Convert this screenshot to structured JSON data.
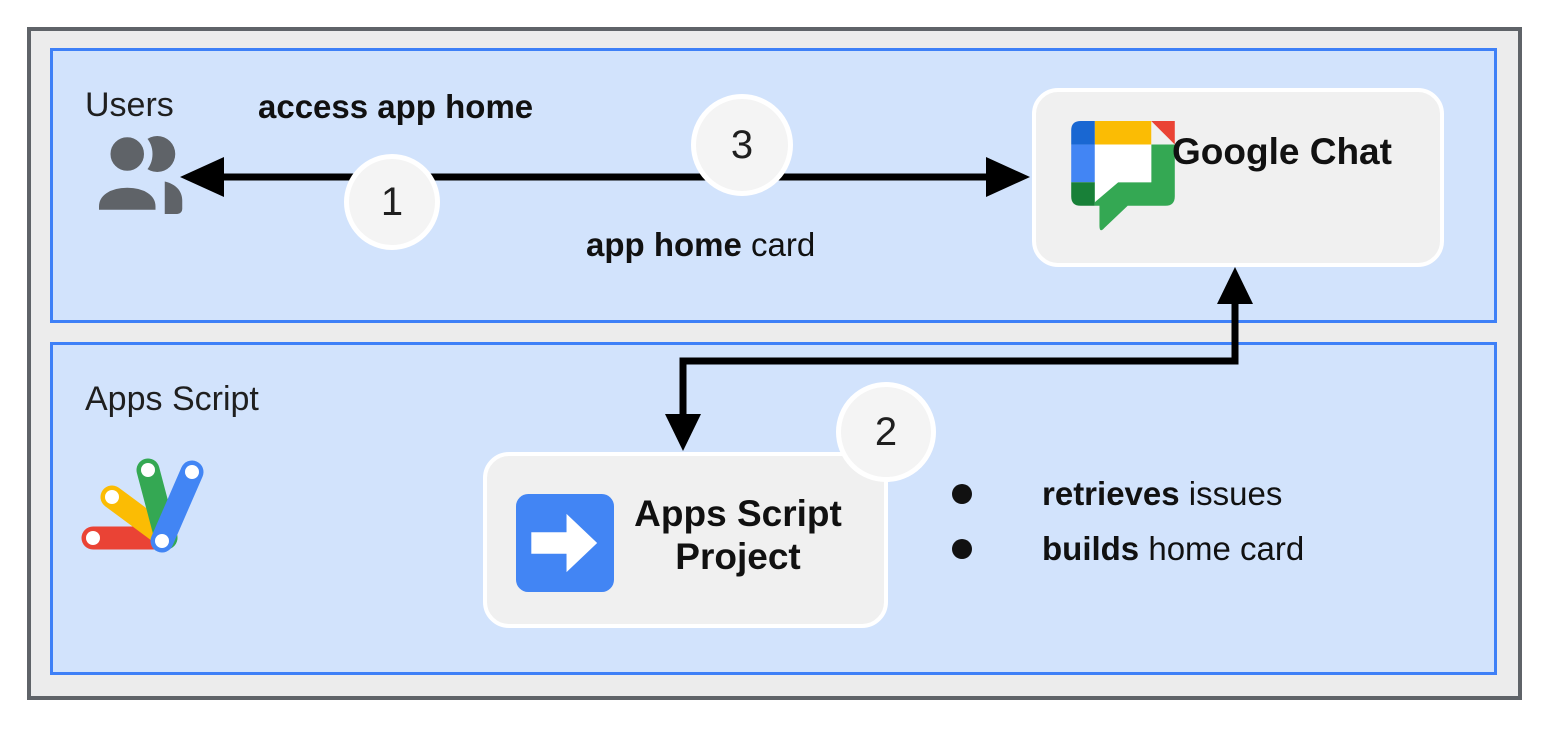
{
  "colors": {
    "lane_fill": "#d2e3fc",
    "lane_border": "#3e80f7",
    "node_fill": "#f0f0f0",
    "frame_bg": "#ececec",
    "frame_border": "#5f6368",
    "step_circle_fill": "#f4f4f4",
    "arrow_black": "#000000",
    "icon_gray": "#5f6368",
    "google_blue": "#4285f4",
    "google_dark_blue": "#1967d2",
    "google_green": "#34a853",
    "google_dark_green": "#188038",
    "google_yellow": "#fbbc04",
    "google_red": "#ea4335"
  },
  "lanes": {
    "users": {
      "label": "Users"
    },
    "apps_script": {
      "label": "Apps Script"
    }
  },
  "nodes": {
    "google_chat": {
      "label": "Google Chat"
    },
    "apps_script_project": {
      "label": "Apps Script Project"
    }
  },
  "edges": {
    "access_label": "access app home",
    "card_label_bold": "app home",
    "card_label_rest": " card"
  },
  "steps": {
    "one": "1",
    "two": "2",
    "three": "3"
  },
  "bullets": [
    {
      "bold": "retrieves",
      "rest": " issues"
    },
    {
      "bold": "builds",
      "rest": " home card"
    }
  ]
}
